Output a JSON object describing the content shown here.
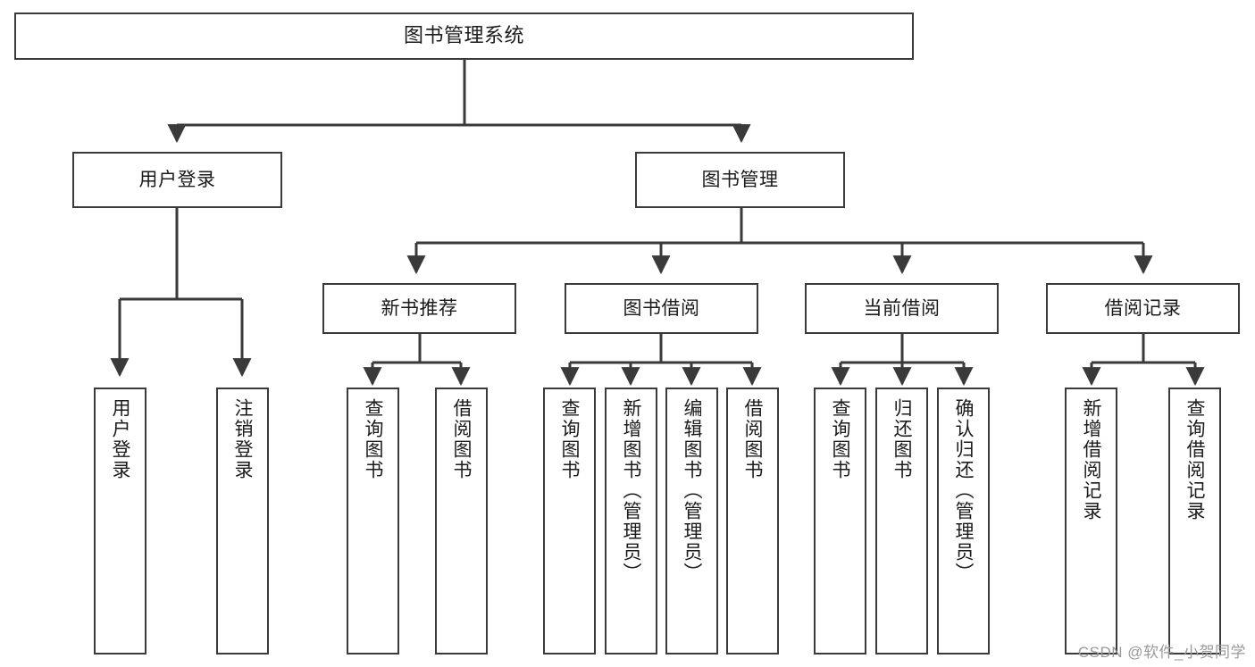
{
  "diagram": {
    "title": "图书管理系统",
    "type": "tree-hierarchy-chart",
    "root": {
      "label": "图书管理系统"
    },
    "level2": [
      {
        "label": "用户登录"
      },
      {
        "label": "图书管理"
      }
    ],
    "level3": [
      {
        "label": "新书推荐"
      },
      {
        "label": "图书借阅"
      },
      {
        "label": "当前借阅"
      },
      {
        "label": "借阅记录"
      }
    ],
    "leaves": {
      "user_login": [
        {
          "label": "用户登录"
        },
        {
          "label": "注销登录"
        }
      ],
      "new_book_recommend": [
        {
          "label": "查询图书"
        },
        {
          "label": "借阅图书"
        }
      ],
      "book_borrow": [
        {
          "label": "查询图书"
        },
        {
          "label": "新增图书（管理员）"
        },
        {
          "label": "编辑图书（管理员）"
        },
        {
          "label": "借阅图书"
        }
      ],
      "current_borrow": [
        {
          "label": "查询图书"
        },
        {
          "label": "归还图书"
        },
        {
          "label": "确认归还（管理员）"
        }
      ],
      "borrow_record": [
        {
          "label": "新增借阅记录"
        },
        {
          "label": "查询借阅记录"
        }
      ]
    }
  },
  "watermark": {
    "text": "CSDN @软件_小贺同学"
  },
  "colors": {
    "border": "#3a3a3a",
    "text": "#1b1b1b",
    "background": "#ffffff",
    "watermark": "#9a9a9a"
  }
}
